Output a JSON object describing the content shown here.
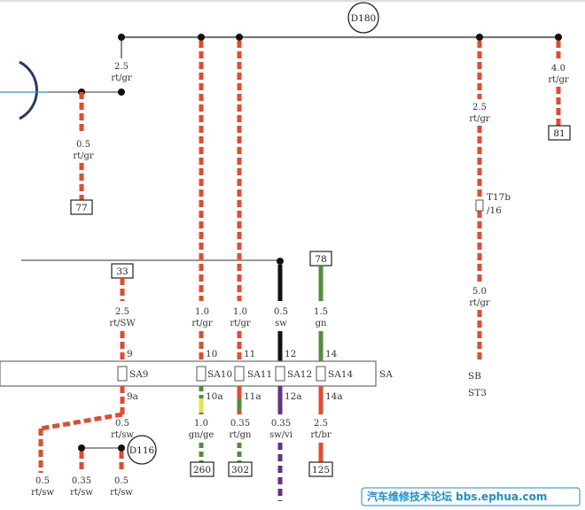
{
  "colors": {
    "red": "#e8492b",
    "grey": "#9aa3ab",
    "black": "#111111",
    "green": "#4f8f3a",
    "yellow": "#f1e043",
    "purple": "#6b2c8a",
    "blue_line": "#2d8fd5",
    "bus": "#8a8a8a"
  },
  "top": {
    "connector": "D180",
    "w1_size": "2.5",
    "w1_color": "rt/gr",
    "w2_size": "0.5",
    "w2_color": "rt/gr",
    "w2_terminal": "77",
    "w3_size": "2.5",
    "w3_color": "rt/gr",
    "w3_split_name": "T17b",
    "w3_split_pin": "/16",
    "w3b_size": "5.0",
    "w3b_color": "rt/gr",
    "w4_size": "4.0",
    "w4_color": "rt/gr",
    "w4_terminal": "81"
  },
  "sa": {
    "label": "SA",
    "sb_label": "SB",
    "st_label": "ST3",
    "fuses": [
      {
        "name": "SA9",
        "pin_top": "9",
        "pin_bottom": "9a",
        "top_terminal": "33",
        "top_size": "2.5",
        "top_color": "rt/SW",
        "bottom_size": "0.5",
        "bottom_color": "rt/sw"
      },
      {
        "name": "SA10",
        "pin_top": "10",
        "pin_bottom": "10a",
        "top_size": "1.0",
        "top_color": "rt/gr",
        "bottom_size": "1.0",
        "bottom_color": "gn/ge",
        "bottom_terminal": "260"
      },
      {
        "name": "SA11",
        "pin_top": "11",
        "pin_bottom": "11a",
        "top_size": "1.0",
        "top_color": "rt/gr",
        "bottom_size": "0.35",
        "bottom_color": "rt/gn",
        "bottom_terminal": "302"
      },
      {
        "name": "SA12",
        "pin_top": "12",
        "pin_bottom": "12a",
        "top_size": "0.5",
        "top_color": "sw",
        "bottom_size": "0.35",
        "bottom_color": "sw/vi"
      },
      {
        "name": "SA14",
        "pin_top": "14",
        "pin_bottom": "14a",
        "top_terminal": "78",
        "top_size": "1.5",
        "top_color": "gn",
        "bottom_size": "2.5",
        "bottom_color": "rt/br",
        "bottom_terminal": "125"
      }
    ]
  },
  "bottom": {
    "connector": "D116",
    "b1_size": "0.5",
    "b1_color": "rt/sw",
    "b2_size": "0.35",
    "b2_color": "rt/sw",
    "b3_size": "0.5",
    "b3_color": "rt/sw"
  },
  "watermark": "汽车维修技术论坛 bbs.ephua.com"
}
